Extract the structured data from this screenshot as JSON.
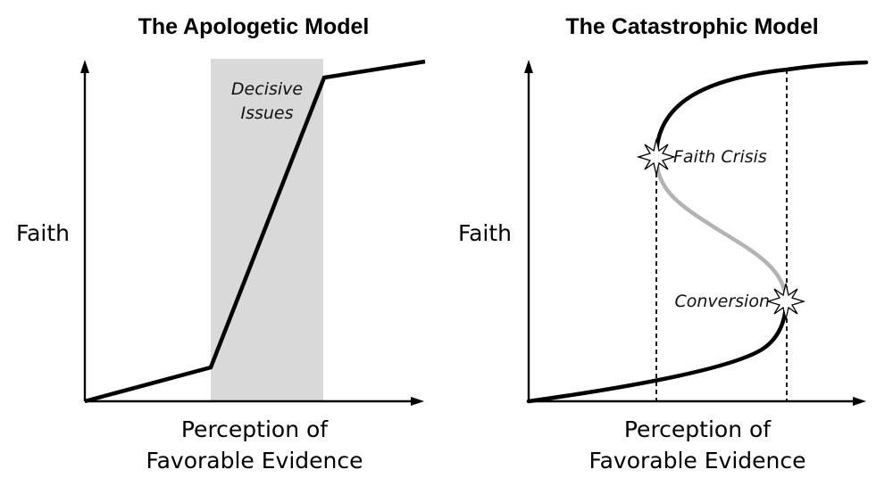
{
  "left_panel": {
    "title": "The Apologetic Model",
    "y_label": "Faith",
    "x_label_line1": "Perception of",
    "x_label_line2": "Favorable Evidence",
    "band_label_line1": "Decisive",
    "band_label_line2": "Issues"
  },
  "right_panel": {
    "title": "The Catastrophic Model",
    "y_label": "Faith",
    "x_label_line1": "Perception of",
    "x_label_line2": "Favorable Evidence",
    "upper_point_label": "Faith Crisis",
    "lower_point_label": "Conversion"
  },
  "colors": {
    "ink": "#000000",
    "band": "#d9d9d9",
    "unstable_branch": "#b3b3b3"
  }
}
